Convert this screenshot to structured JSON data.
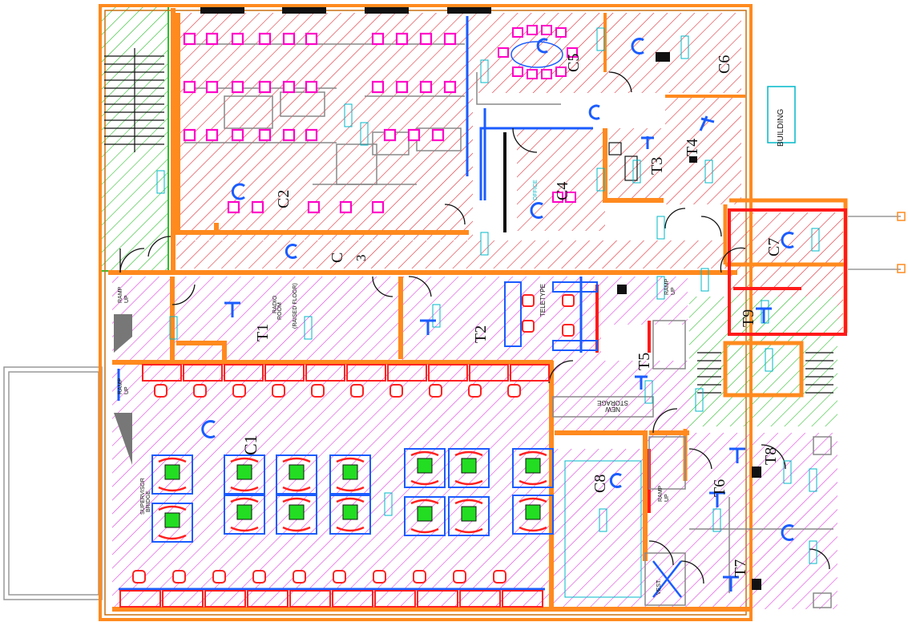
{
  "rooms": {
    "C1": "C1",
    "C2": "C2",
    "C3_a": "C",
    "C3_b": "3",
    "C4": "C4",
    "C5": "C5",
    "C6": "C6",
    "C7": "C7",
    "C8": "C8",
    "T1": "T1",
    "T2": "T2",
    "T3": "T3",
    "T4": "T4",
    "T5": "T5",
    "T6": "T6",
    "T7": "T7",
    "T8": "T8",
    "T9": "T9"
  },
  "notes": {
    "building": "BUILDING",
    "radio_room": [
      "RADIO",
      "ROOM",
      "(RAISED FLOOR)"
    ],
    "teletype": "TELETYPE",
    "new_storage": [
      "NEW",
      "STORAGE"
    ],
    "ramp_up": [
      "RAMP",
      "UP"
    ],
    "supervisor": [
      "SUPERVISOR",
      "BRIDGE"
    ],
    "vestibule": "VEST.",
    "office": "OFFICE"
  },
  "colors": {
    "wall_orange": "#ff8a1e",
    "hatch_red": "#e0303a",
    "hatch_magenta": "#e040e0",
    "hatch_green": "#2fbf2f",
    "equipment_magenta": "#ff00c8",
    "partition_blue": "#1a5cff",
    "tag_cyan": "#00b8c8",
    "desk_red": "#ff2020"
  }
}
